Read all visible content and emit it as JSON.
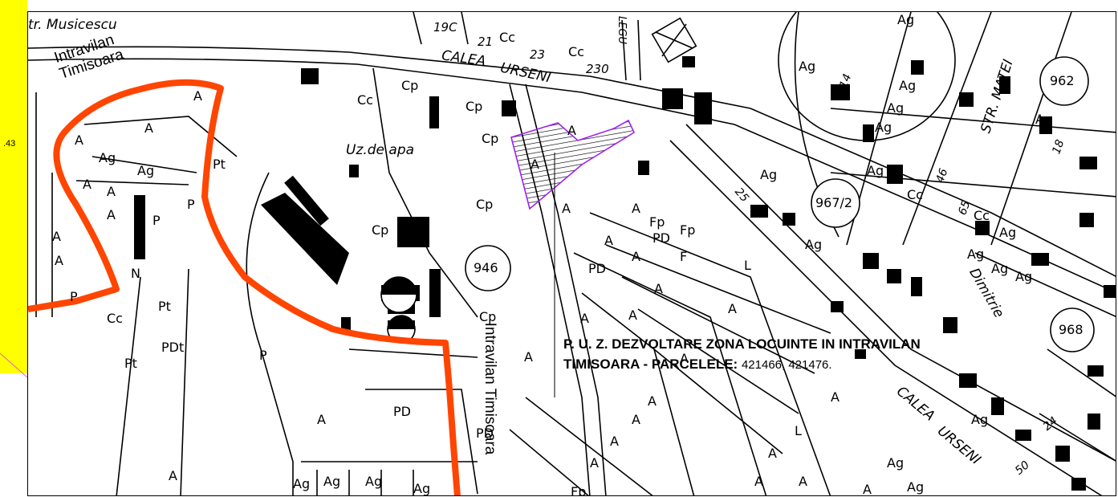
{
  "sidebar": {
    "scale_value": ".43"
  },
  "legend": {
    "intravilan_top_line1": "Intravilan",
    "intravilan_top_line2": "Timisoara",
    "intravilan_vertical": "Intravilan Timisoara"
  },
  "project": {
    "line1": "P. U. Z. DEZVOLTARE ZONA LOCUINTE IN INTRAVILAN",
    "line2_prefix": "TIMISOARA   - PARCELELE:",
    "parcels": "421466, 421476."
  },
  "streets": {
    "musicescu": "tr. Musicescu",
    "calea": "CALEA",
    "urseni": "URSENI",
    "calea_bottom": "CALEA",
    "urseni_bottom": "URSENI",
    "str_matei": "STR. MATEI",
    "dimitrie": "Dimitrie",
    "uz_de_apa": "Uz.de apa",
    "legu": "LEGU"
  },
  "parcels_circled": {
    "p946": "946",
    "p962": "962",
    "p967": "967/2",
    "p968": "968"
  },
  "zones": {
    "a": "A",
    "ag": "Ag",
    "cc": "Cc",
    "cp": "Cp",
    "p": "P",
    "pt": "Pt",
    "pd": "PD",
    "pdt": "PDt",
    "fp": "Fp",
    "l": "L",
    "n": "N",
    "f": "F"
  },
  "house_numbers": {
    "n19c": "19C",
    "n21": "21",
    "n23": "23",
    "n230": "230",
    "n14": "14",
    "n46": "46",
    "n65": "65",
    "n25": "25",
    "n24": "24",
    "n50": "50",
    "n18": "18"
  },
  "colors": {
    "sidebar": "#ffff00",
    "intravilan_boundary": "#ff4500",
    "project_parcel": "#a020f0"
  }
}
